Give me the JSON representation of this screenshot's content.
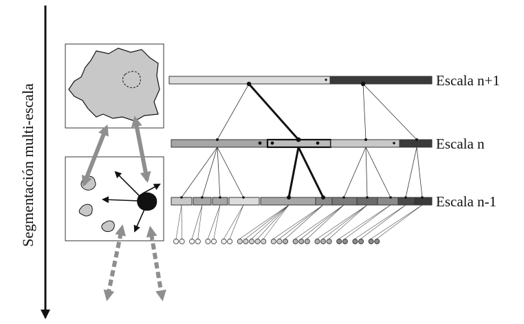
{
  "axis": {
    "label": "Segmentación multi-escala"
  },
  "levels": [
    {
      "label": "Escala n+1"
    },
    {
      "label": "Escala n"
    },
    {
      "label": "Escala n-1"
    }
  ],
  "colors": {
    "ink": "#111111",
    "arrow_gray": "#8e8e8e",
    "blob_gray": "#c8c8c8",
    "segment_dark": "#3a3a3a",
    "segment_mid": "#a6a6a6",
    "segment_light": "#dcdcdc"
  }
}
